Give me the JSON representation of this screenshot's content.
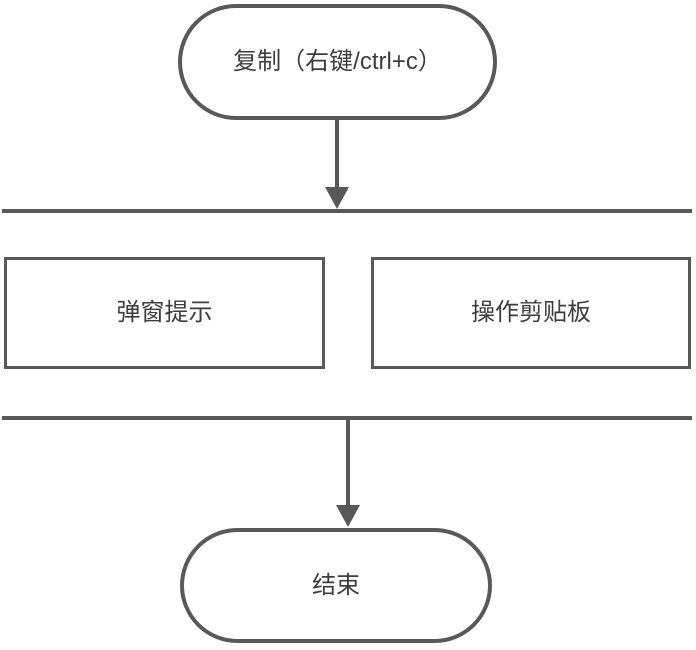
{
  "diagram": {
    "type": "flowchart",
    "colors": {
      "stroke": "#595959",
      "text": "#3d3d3d",
      "background": "#ffffff"
    },
    "nodes": {
      "start": {
        "label": "复制（右键/ctrl+c）",
        "shape": "stadium"
      },
      "popup": {
        "label": "弹窗提示",
        "shape": "rectangle"
      },
      "clipboard": {
        "label": "操作剪贴板",
        "shape": "rectangle"
      },
      "end": {
        "label": "结束",
        "shape": "stadium"
      }
    },
    "bars": [
      {
        "name": "fork-bar"
      },
      {
        "name": "join-bar"
      }
    ],
    "edges": [
      {
        "from": "start",
        "to": "fork-bar",
        "style": "arrow-down"
      },
      {
        "from": "join-bar",
        "to": "end",
        "style": "arrow-down"
      }
    ],
    "icons": {
      "arrow_down": "filled-triangle-down"
    }
  }
}
